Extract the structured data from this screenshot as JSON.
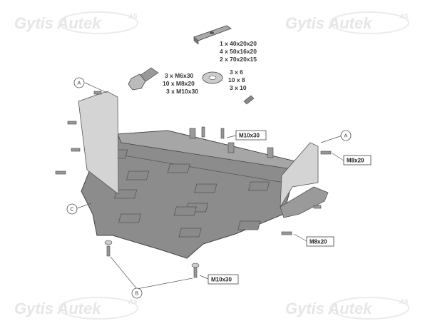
{
  "watermark": {
    "brand": "Gytis",
    "name": "Autek",
    "suffix": "AS"
  },
  "hardware_lists": {
    "spacers": [
      "1 x  40x20x20",
      "4 x  50x16x20",
      "2 x  70x20x15"
    ],
    "bolts": [
      "3 x  M6x30",
      "10 x  M8x20",
      "3 x  M10x30"
    ],
    "washers": [
      "3 x  6",
      "10 x  8",
      "3 x   10"
    ]
  },
  "callouts": {
    "a_left": "A",
    "a_right": "A",
    "b": "B",
    "c": "C"
  },
  "bolt_labels": {
    "top": "M10x30",
    "right_upper": "M8x20",
    "right_lower": "M8x20",
    "bottom": "M10x30"
  },
  "colors": {
    "plate": "#8c8c8c",
    "bracket": "#d4d4d4",
    "watermark": "#e6e6e6"
  }
}
